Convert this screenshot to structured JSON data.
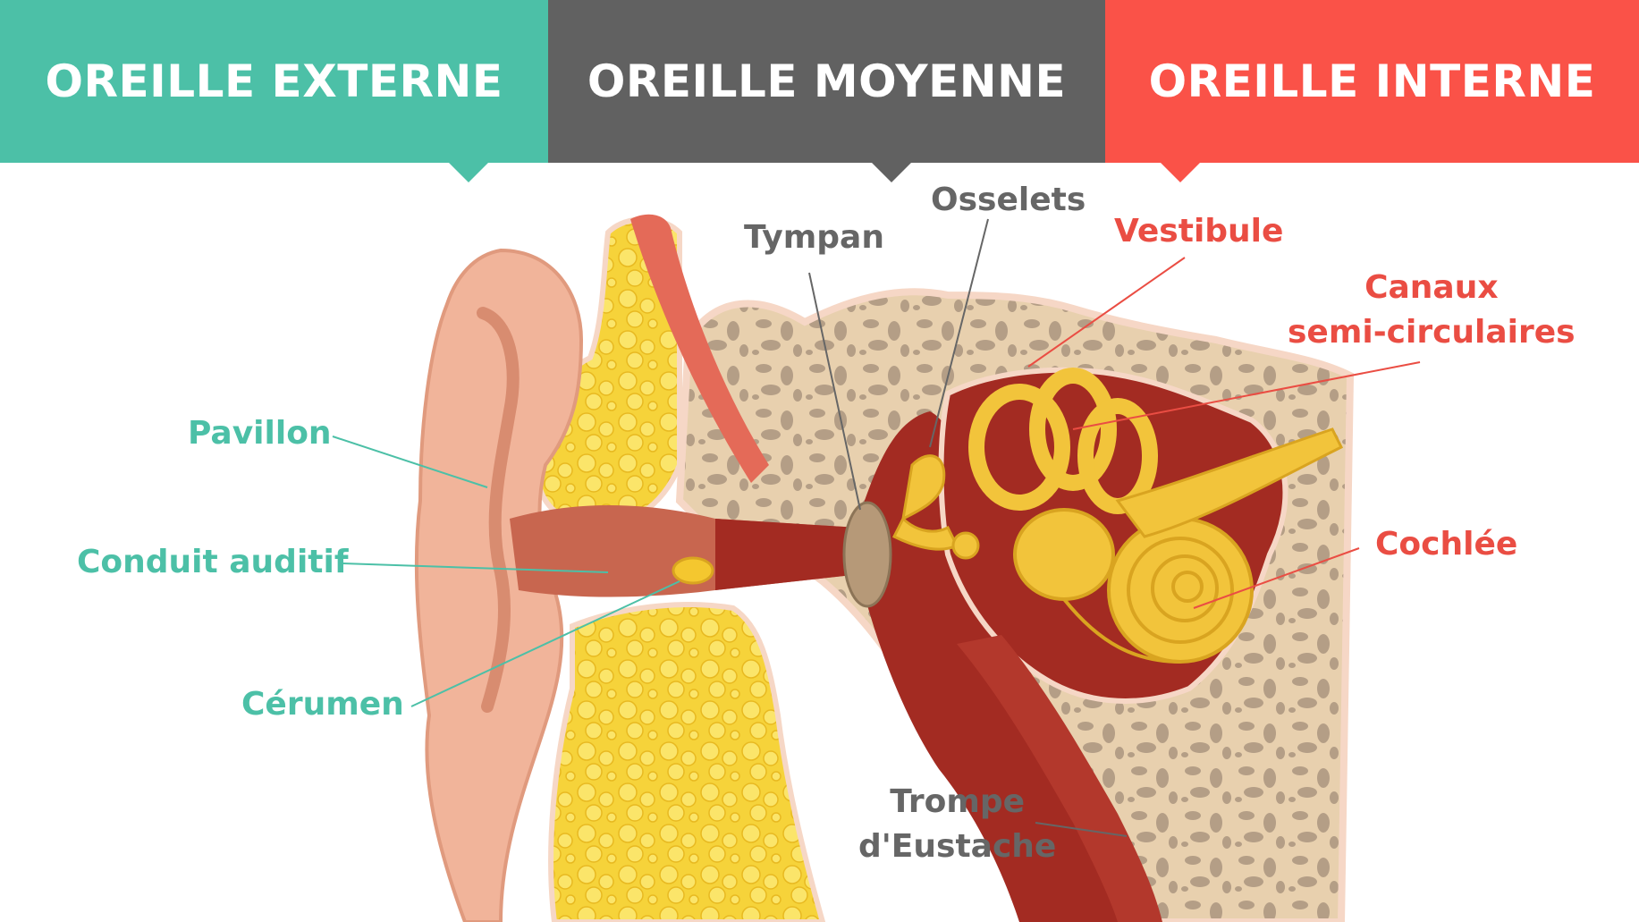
{
  "colors": {
    "teal": "#4cc0a7",
    "gray": "#616161",
    "red": "#fa5248",
    "skin": "#f1b49a",
    "bone": "#e6cdaa",
    "fat": "#f6d02e",
    "tissue": "#a32b22",
    "cochlea": "#f0c33a"
  },
  "header": {
    "outer": "OREILLE EXTERNE",
    "middle": "OREILLE MOYENNE",
    "inner": "OREILLE INTERNE"
  },
  "labels": {
    "pavillon": "Pavillon",
    "conduit": "Conduit auditif",
    "cerumen": "Cérumen",
    "tympan": "Tympan",
    "osselets": "Osselets",
    "vestibule": "Vestibule",
    "canaux_line1": "Canaux",
    "canaux_line2": "semi-circulaires",
    "cochlee": "Cochlée",
    "trompe_line1": "Trompe",
    "trompe_line2": "d'Eustache"
  },
  "icons": [
    "ear-anatomy-illustration"
  ]
}
